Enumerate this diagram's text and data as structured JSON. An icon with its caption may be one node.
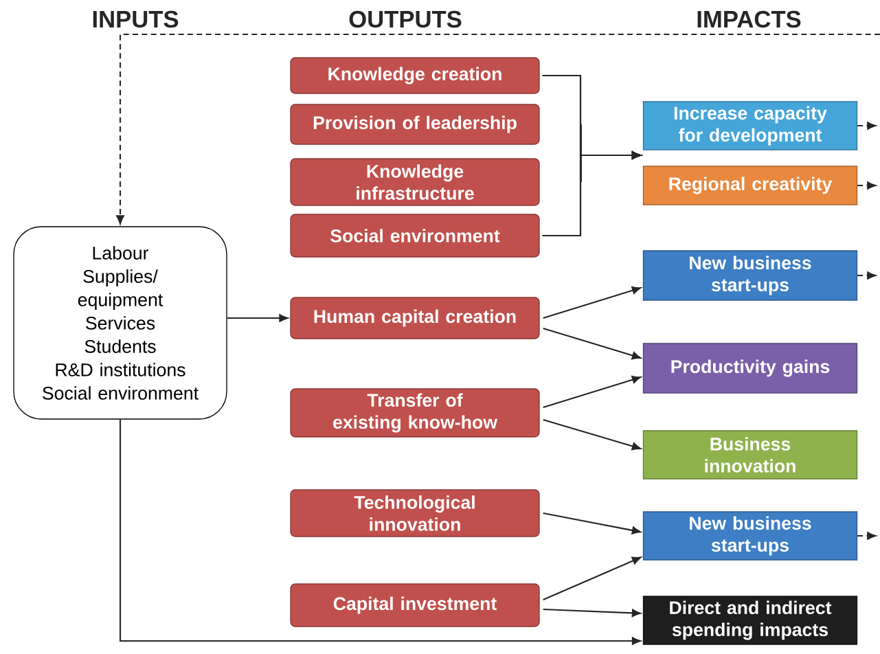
{
  "diagram": {
    "nodes": [
      {
        "text": [
          "Labour",
          "Supplies/ equipment",
          "Services",
          "Students",
          "R&D institutions",
          "Social environment"
        ]
      },
      {
        "text": [
          "Knowledge creation"
        ]
      },
      {
        "text": [
          "Provision of leadership"
        ]
      },
      {
        "text": [
          "Knowledge infrastructure"
        ]
      },
      {
        "text": [
          "Social environment"
        ]
      },
      {
        "text": [
          "Human capital creation"
        ]
      },
      {
        "text": [
          "Transfer of existing know-how"
        ]
      },
      {
        "text": [
          "Technological innovation"
        ]
      },
      {
        "text": [
          "Capital investment"
        ]
      },
      {
        "text": [
          "Increase capacity for development"
        ]
      },
      {
        "text": [
          "Regional creativity"
        ]
      },
      {
        "text": [
          "New business start-ups"
        ]
      },
      {
        "text": [
          "Productivity gains"
        ]
      },
      {
        "text": [
          "Business innovation"
        ]
      },
      {
        "text": [
          "New business start-ups"
        ]
      },
      {
        "text": [
          "Direct and indirect spending impacts"
        ]
      }
    ],
    "edges": [
      {
        "from": 0,
        "to": 5,
        "arrow": "to"
      },
      {
        "from": 0,
        "to": 15,
        "arrow": "to"
      },
      {
        "from": 1,
        "to": 9,
        "arrow": "to"
      },
      {
        "from": 1,
        "to": 10,
        "arrow": "to"
      },
      {
        "from": 2,
        "to": 9,
        "arrow": "to"
      },
      {
        "from": 2,
        "to": 10,
        "arrow": "to"
      },
      {
        "from": 3,
        "to": 9,
        "arrow": "to"
      },
      {
        "from": 3,
        "to": 10,
        "arrow": "to"
      },
      {
        "from": 4,
        "to": 9,
        "arrow": "to"
      },
      {
        "from": 4,
        "to": 10,
        "arrow": "to"
      },
      {
        "from": 5,
        "to": 11,
        "arrow": "to"
      },
      {
        "from": 5,
        "to": 12,
        "arrow": "to"
      },
      {
        "from": 6,
        "to": 12,
        "arrow": "to"
      },
      {
        "from": 6,
        "to": 13,
        "arrow": "to"
      },
      {
        "from": 7,
        "to": 14,
        "arrow": "to"
      },
      {
        "from": 8,
        "to": 14,
        "arrow": "to"
      },
      {
        "from": 8,
        "to": 15,
        "arrow": "to"
      },
      {
        "from": null,
        "to": 0,
        "arrow": "to",
        "style": "dashed"
      },
      {
        "from": 9,
        "to": null,
        "arrow": "to",
        "style": "dashed"
      },
      {
        "from": 10,
        "to": null,
        "arrow": "to",
        "style": "dashed"
      },
      {
        "from": 11,
        "to": null,
        "arrow": "to",
        "style": "dashed"
      },
      {
        "from": 14,
        "to": null,
        "arrow": "to",
        "style": "dashed"
      }
    ],
    "labels": [
      "INPUTS",
      "OUTPUTS",
      "IMPACTS"
    ]
  }
}
